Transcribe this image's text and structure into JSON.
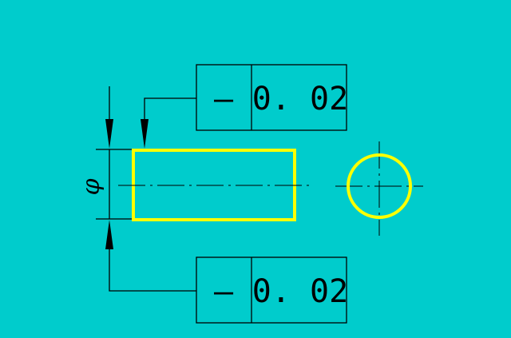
{
  "canvas": {
    "background": "#00cccc"
  },
  "colors": {
    "feature_outline": "#ffff00",
    "annotation": "#000000"
  },
  "tolerance_frames": [
    {
      "symbol": "—",
      "value": "0. 02"
    },
    {
      "symbol": "—",
      "value": "0. 02"
    }
  ],
  "diameter_symbol": "φ"
}
